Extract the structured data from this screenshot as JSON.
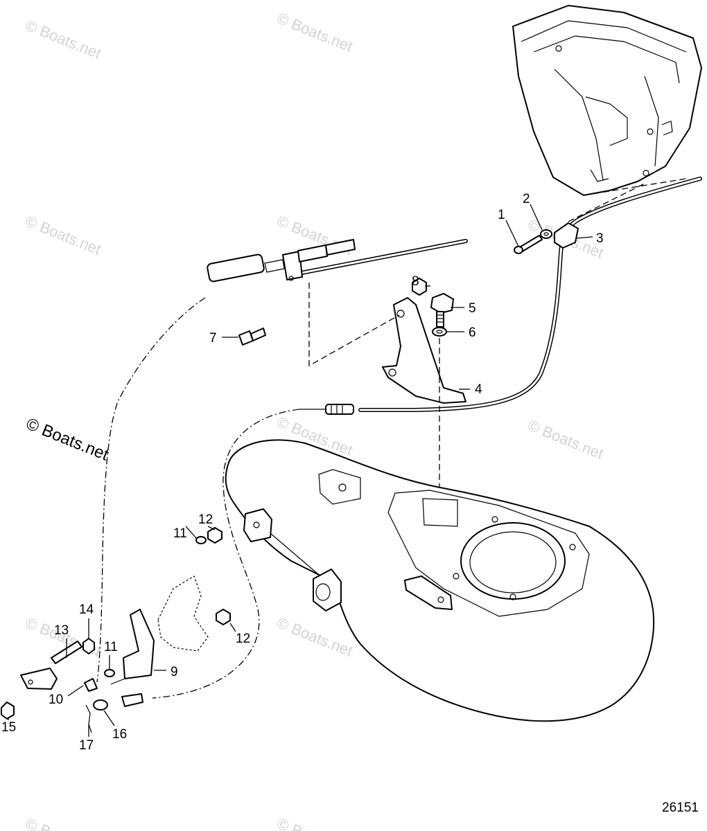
{
  "diagram": {
    "drawing_number": "26151",
    "watermarks": {
      "main": "© Boats.net",
      "faint": "© Boats.net"
    },
    "callouts": [
      {
        "id": "c1",
        "text": "1"
      },
      {
        "id": "c2",
        "text": "2"
      },
      {
        "id": "c3",
        "text": "3"
      },
      {
        "id": "c4",
        "text": "4"
      },
      {
        "id": "c5",
        "text": "5"
      },
      {
        "id": "c6",
        "text": "6"
      },
      {
        "id": "c7",
        "text": "7"
      },
      {
        "id": "c8",
        "text": "8"
      },
      {
        "id": "c9",
        "text": "9"
      },
      {
        "id": "c10",
        "text": "10"
      },
      {
        "id": "c11a",
        "text": "11"
      },
      {
        "id": "c11b",
        "text": "11"
      },
      {
        "id": "c12a",
        "text": "12"
      },
      {
        "id": "c12b",
        "text": "12"
      },
      {
        "id": "c13",
        "text": "13"
      },
      {
        "id": "c14",
        "text": "14"
      },
      {
        "id": "c15",
        "text": "15"
      },
      {
        "id": "c16",
        "text": "16"
      },
      {
        "id": "c17",
        "text": "17"
      }
    ]
  }
}
